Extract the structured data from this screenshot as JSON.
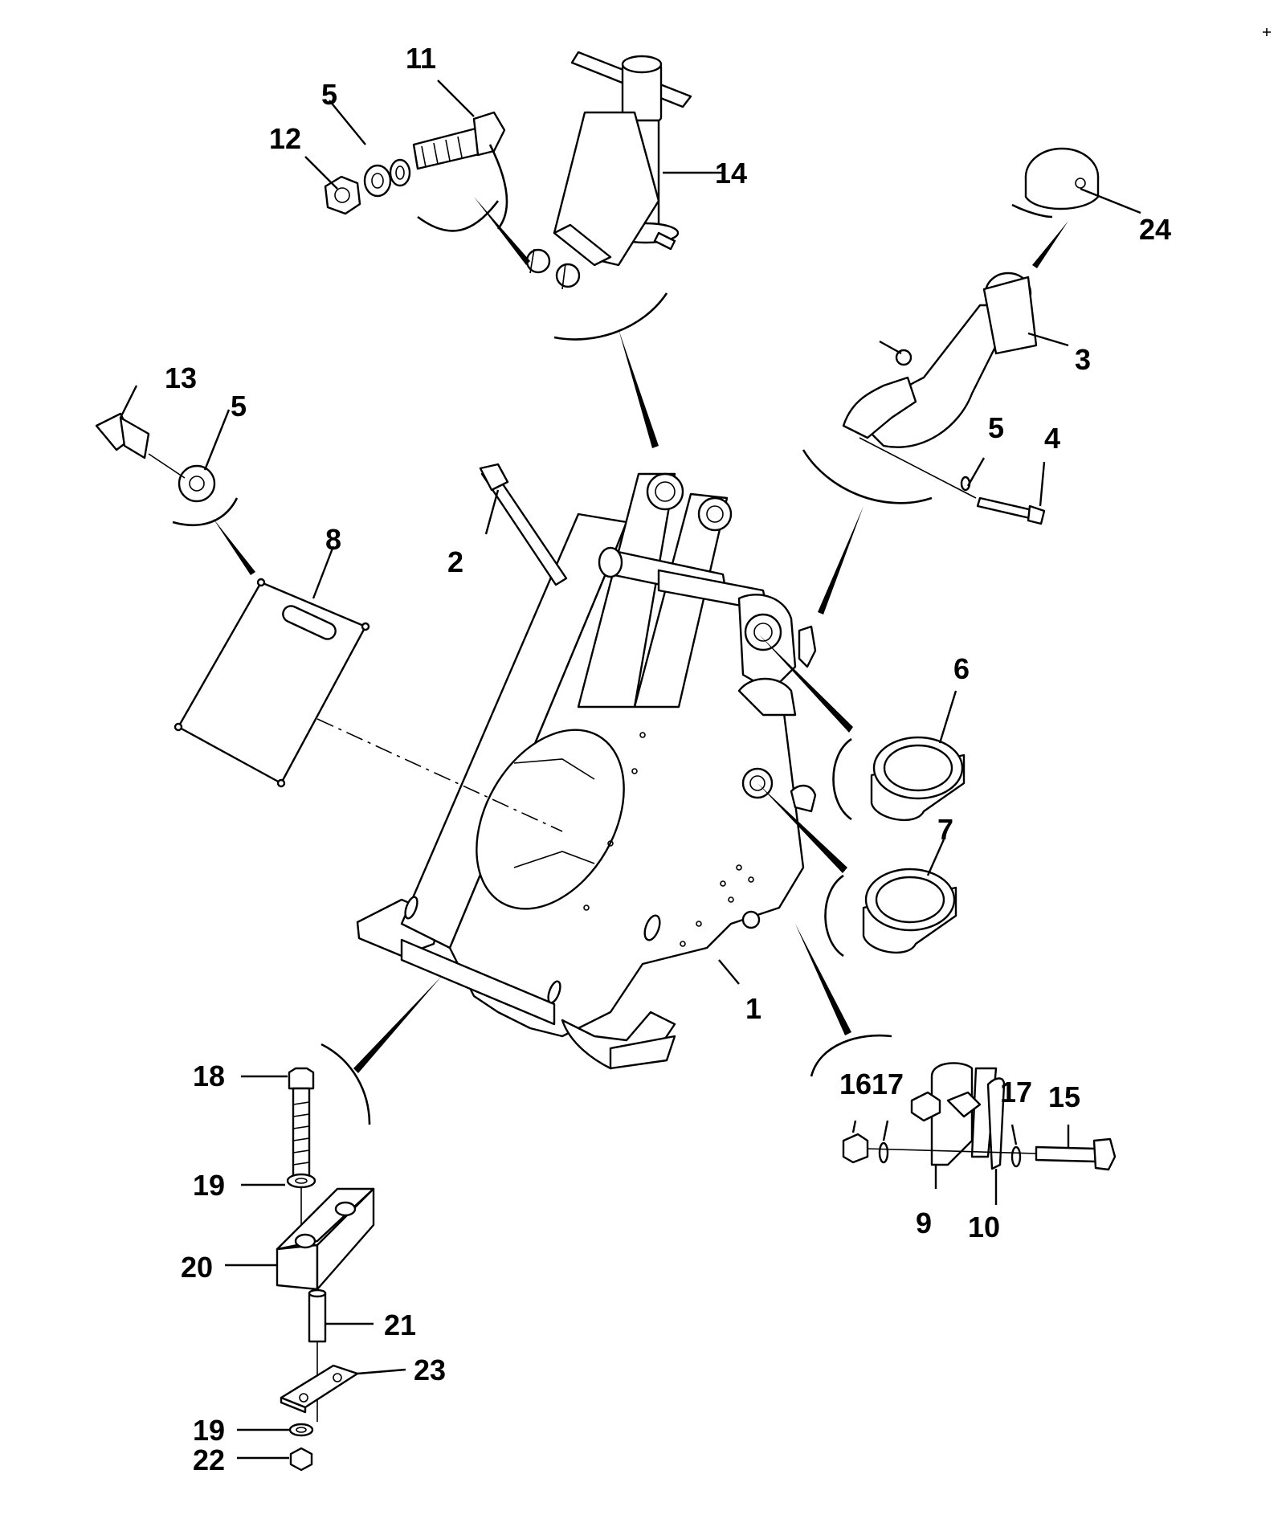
{
  "callouts": [
    {
      "id": "c1",
      "text": "1"
    },
    {
      "id": "c2",
      "text": "2"
    },
    {
      "id": "c3",
      "text": "3"
    },
    {
      "id": "c4",
      "text": "4"
    },
    {
      "id": "c5a",
      "text": "5"
    },
    {
      "id": "c5b",
      "text": "5"
    },
    {
      "id": "c5c",
      "text": "5"
    },
    {
      "id": "c6",
      "text": "6"
    },
    {
      "id": "c7",
      "text": "7"
    },
    {
      "id": "c8",
      "text": "8"
    },
    {
      "id": "c9",
      "text": "9"
    },
    {
      "id": "c10",
      "text": "10"
    },
    {
      "id": "c11",
      "text": "11"
    },
    {
      "id": "c12",
      "text": "12"
    },
    {
      "id": "c13",
      "text": "13"
    },
    {
      "id": "c14",
      "text": "14"
    },
    {
      "id": "c15",
      "text": "15"
    },
    {
      "id": "c16",
      "text": "16"
    },
    {
      "id": "c17a",
      "text": "17"
    },
    {
      "id": "c17b",
      "text": "17"
    },
    {
      "id": "c18",
      "text": "18"
    },
    {
      "id": "c19a",
      "text": "19"
    },
    {
      "id": "c19b",
      "text": "19"
    },
    {
      "id": "c20",
      "text": "20"
    },
    {
      "id": "c21",
      "text": "21"
    },
    {
      "id": "c22",
      "text": "22"
    },
    {
      "id": "c23",
      "text": "23"
    },
    {
      "id": "c24",
      "text": "24"
    }
  ]
}
